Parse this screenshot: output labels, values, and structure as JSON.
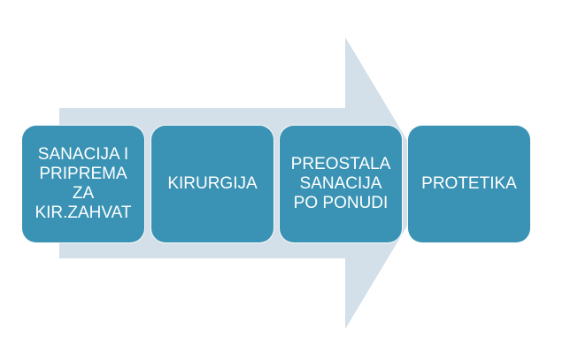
{
  "colors": {
    "arrow": "#d3dfe9",
    "step_fill": "#3a93b4",
    "step_text": "#ffffff",
    "background": "#ffffff"
  },
  "steps": [
    {
      "label": "SANACIJA I\nPRIPREMA\nZA\nKIR.ZAHVAT"
    },
    {
      "label": "KIRURGIJA"
    },
    {
      "label": "PREOSTALA\nSANACIJA\nPO PONUDI"
    },
    {
      "label": "PROTETIKA"
    }
  ]
}
